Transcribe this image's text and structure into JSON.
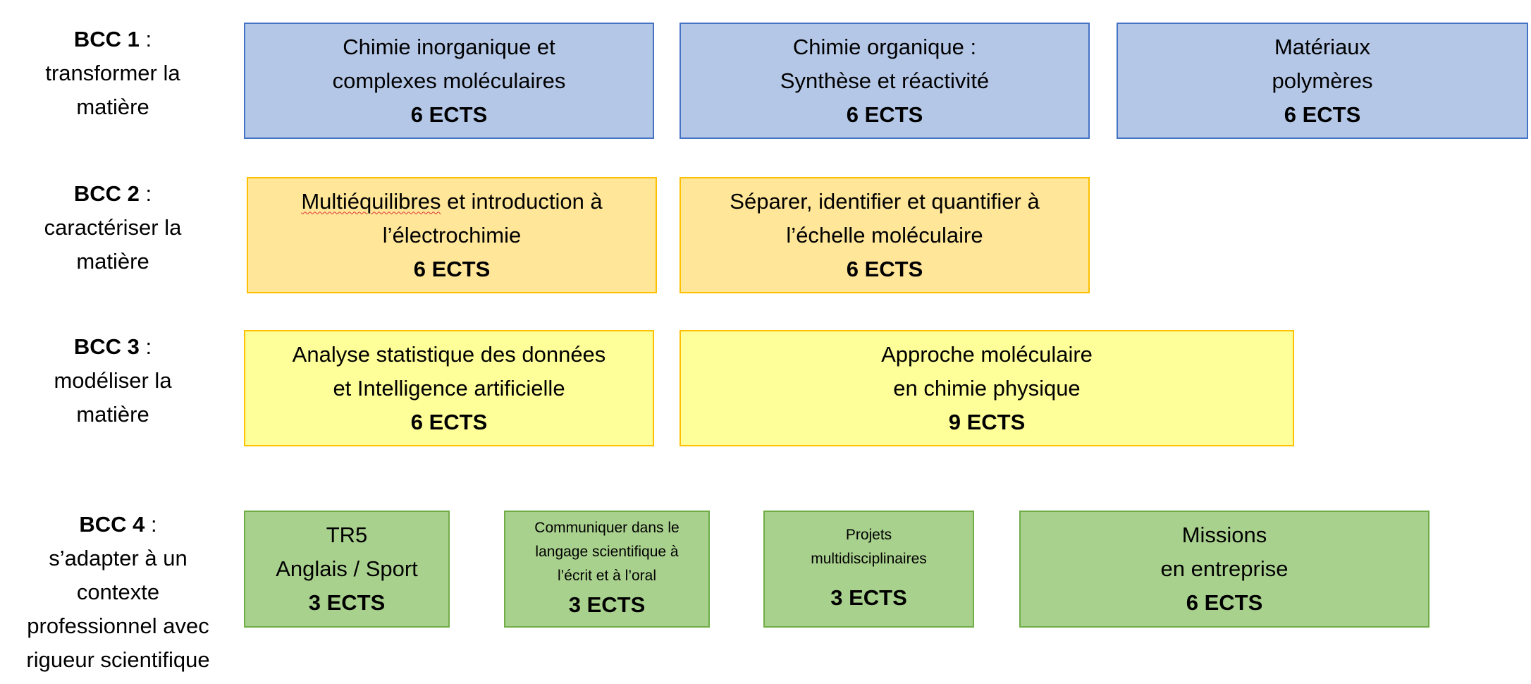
{
  "rows": [
    {
      "bcc": "BCC 1",
      "desc_lines": [
        "transformer la",
        "matière"
      ],
      "modules": [
        {
          "lines": [
            "Chimie inorganique et",
            "complexes moléculaires"
          ],
          "ects": "6 ECTS"
        },
        {
          "lines": [
            "Chimie organique :",
            "Synthèse et réactivité"
          ],
          "ects": "6 ECTS"
        },
        {
          "lines": [
            "Matériaux",
            "polymères"
          ],
          "ects": "6 ECTS"
        }
      ]
    },
    {
      "bcc": "BCC 2",
      "desc_lines": [
        "caractériser la",
        "matière"
      ],
      "modules": [
        {
          "word": "Multiéquilibres",
          "lines": [
            " et introduction à",
            "l’électrochimie"
          ],
          "ects": "6 ECTS"
        },
        {
          "lines": [
            "Séparer, identifier et quantifier à",
            "l’échelle moléculaire"
          ],
          "ects": "6 ECTS"
        }
      ]
    },
    {
      "bcc": "BCC 3",
      "desc_lines": [
        "modéliser la",
        "matière"
      ],
      "modules": [
        {
          "lines": [
            "Analyse statistique des données",
            "et Intelligence artificielle"
          ],
          "ects": "6 ECTS"
        },
        {
          "lines": [
            "Approche moléculaire",
            "en chimie physique"
          ],
          "ects": "9 ECTS"
        }
      ]
    },
    {
      "bcc": "BCC 4",
      "desc_lines": [
        "s’adapter à un",
        "contexte",
        "professionnel avec",
        "rigueur scientifique"
      ],
      "modules": [
        {
          "lines": [
            "TR5",
            "Anglais / Sport"
          ],
          "ects": "3 ECTS"
        },
        {
          "lines": [
            "Communiquer dans le",
            "langage scientifique à",
            "l’écrit et à l’oral"
          ],
          "ects": "3 ECTS"
        },
        {
          "lines": [
            "Projets",
            "multidisciplinaires"
          ],
          "ects": "3 ECTS"
        },
        {
          "lines": [
            "Missions",
            "en entreprise"
          ],
          "ects": "6 ECTS"
        }
      ]
    }
  ],
  "colon": " :",
  "colors": {
    "bcc1": "#B4C7E7",
    "bcc2": "#FFE699",
    "bcc3": "#FFFF99",
    "bcc4": "#A9D18E"
  }
}
